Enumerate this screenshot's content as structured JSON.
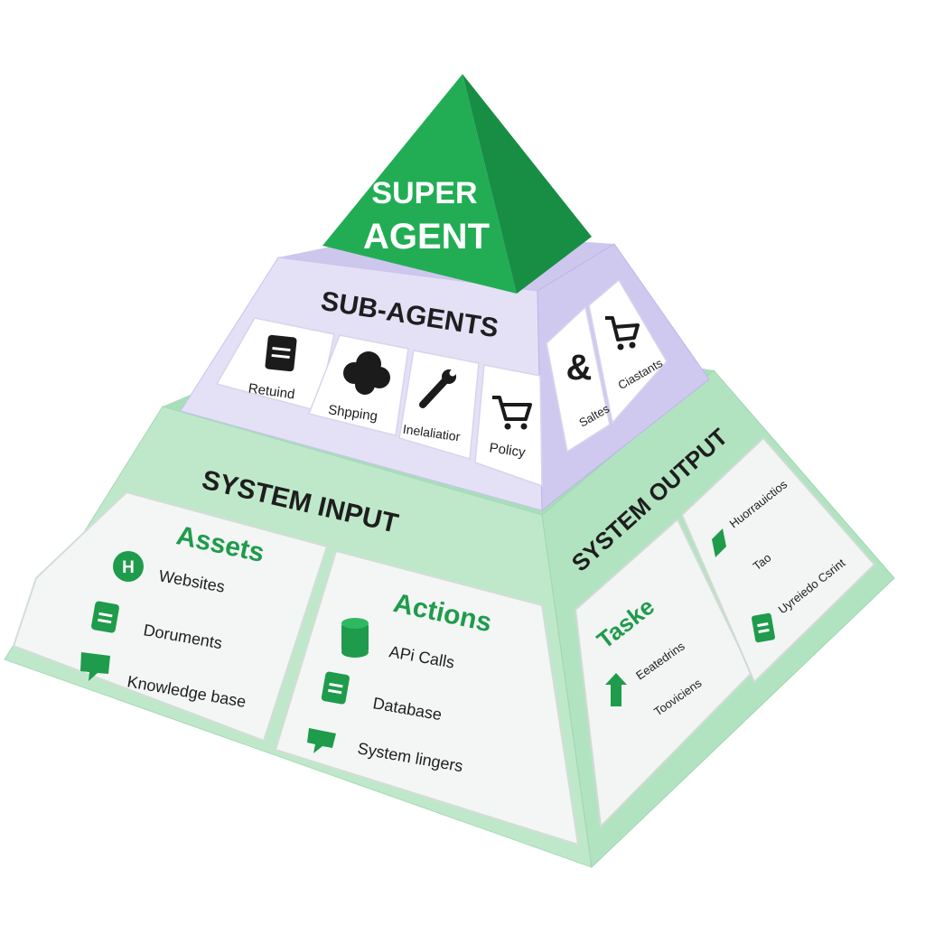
{
  "apex": {
    "line1": "SUPER",
    "line2": "AGENT"
  },
  "middle": {
    "title": "SUB-AGENTS",
    "front_items": [
      {
        "label": "Retuind",
        "icon": "document-icon"
      },
      {
        "label": "Shpping",
        "icon": "cloud-icon"
      },
      {
        "label": "Inelaliatior",
        "icon": "wrench-icon"
      },
      {
        "label": "Policy",
        "icon": "cart-icon"
      }
    ],
    "side_items": [
      {
        "label": "Saltes",
        "icon": "ampersand-icon"
      },
      {
        "label": "Ciastants",
        "icon": "cart-icon"
      }
    ]
  },
  "base": {
    "front_title": "SYSTEM INPUT",
    "side_title": "SYSTEM OUTPUT",
    "assets": {
      "heading": "Assets",
      "items": [
        {
          "label": "Websites",
          "icon": "h-circle-icon"
        },
        {
          "label": "Doruments",
          "icon": "document-icon"
        },
        {
          "label": "Knowledge base",
          "icon": "chat-icon"
        }
      ]
    },
    "actions": {
      "heading": "Actions",
      "items": [
        {
          "label": "APi Calls",
          "icon": "cylinder-icon"
        },
        {
          "label": "Database",
          "icon": "document-icon"
        },
        {
          "label": "System lingers",
          "icon": "chat-icon"
        }
      ]
    },
    "tasks": {
      "heading": "Taske",
      "items": [
        {
          "label": "Eeatedrins",
          "icon": "arrow-up-icon"
        },
        {
          "label": "Tooviciens",
          "icon": ""
        }
      ]
    },
    "outputs": {
      "items": [
        {
          "label": "Huorrauictios",
          "icon": "tag-icon"
        },
        {
          "label": "Tao",
          "icon": ""
        },
        {
          "label": "Uyreiedo Csrint",
          "icon": "document-icon"
        }
      ]
    }
  },
  "colors": {
    "apex_front": "#22ad55",
    "apex_side": "#188d44",
    "mid_front": "#e4e0f6",
    "mid_top": "#cdc7ee",
    "mid_side": "#cfc9ef",
    "base_front": "#bfe8cb",
    "base_top": "#a8deba",
    "base_side": "#b2e3c1",
    "accent": "#1f9b4c",
    "text_dark": "#1e1e1e"
  }
}
